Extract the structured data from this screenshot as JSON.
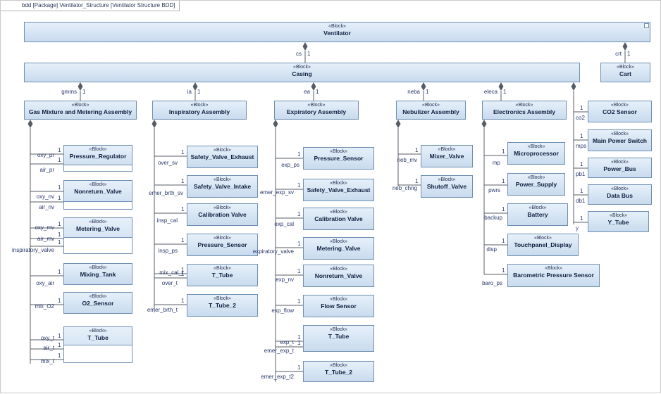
{
  "frame_title": "bdd [Package] Ventilator_Structure [Ventilator Structure BDD]",
  "stereotype": "«Block»",
  "blocks": {
    "ventilator": "Ventilator",
    "casing": "Casing",
    "cart": "Cart",
    "gas_mixture": "Gas Mixture and Metering Assembly",
    "inspiratory": "Inspiratory Assembly",
    "expiratory": "Expiratory Assembly",
    "nebulizer": "Nebulizer Assembly",
    "electronics": "Electronics Assembly",
    "co2_sensor": "CO2 Sensor",
    "main_power_switch": "Main Power Switch",
    "power_bus": "Power_Bus",
    "data_bus": "Data Bus",
    "y_tube": "Y_Tube",
    "gm_pressure_regulator": "Pressure_Regulator",
    "gm_nonreturn_valve": "Nonreturn_Valve",
    "gm_metering_valve": "Metering_Valve",
    "gm_mixing_tank": "Mixing_Tank",
    "gm_o2_sensor": "O2_Sensor",
    "gm_t_tube": "T_Tube",
    "in_safety_valve_exhaust": "Safety_Valve_Exhaust",
    "in_safety_valve_intake": "Safety_Valve_Intake",
    "in_calibration_valve": "Calibration Valve",
    "in_pressure_sensor": "Pressure_Sensor",
    "in_t_tube": "T_Tube",
    "in_t_tube_2": "T_Tube_2",
    "ex_pressure_sensor": "Pressure_Sensor",
    "ex_safety_valve_exhaust": "Safety_Valve_Exhaust",
    "ex_calibration_valve": "Calibration Valve",
    "ex_metering_valve": "Metering_Valve",
    "ex_nonreturn_valve": "Nonreturn_Valve",
    "ex_flow_sensor": "Flow Sensor",
    "ex_t_tube": "T_Tube",
    "ex_t_tube_2": "T_Tube_2",
    "nb_mixer_valve": "Mixer_Valve",
    "nb_shutoff_valve": "Shutoff_Valve",
    "el_microprocessor": "Microprocessor",
    "el_power_supply": "Power_Supply",
    "el_battery": "Battery",
    "el_touchpanel": "Touchpanel_Display",
    "el_barometric": "Barometric Pressure Sensor"
  },
  "labels": {
    "cs": "cs",
    "crt": "crt",
    "gmms": "gmms",
    "ia": "ia",
    "ea": "ea",
    "neba": "neba",
    "eleca": "eleca",
    "oxy_pr": "oxy_pr",
    "air_pr": "air_pr",
    "oxy_nv": "oxy_nv",
    "air_nv": "air_nv",
    "oxy_mv": "oxy_mv",
    "air_mv": "air_mv",
    "inspiratory_valve": "inspiratory_valve",
    "oxy_air": "oxy_air",
    "mix_O2": "mix_O2",
    "oxy_t": "oxy_t",
    "air_t": "air_t",
    "mix_t": "mix_t",
    "over_sv": "over_sv",
    "emer_brth_sv": "emer_brth_sv",
    "insp_cal": "insp_cal",
    "insp_ps": "insp_ps",
    "mix_cal_t": "mix_cal_t",
    "over_t": "over_t",
    "emer_brth_t": "emer_brth_t",
    "exp_ps": "exp_ps",
    "emer_exp_sv": "emer_exp_sv",
    "exp_cal": "exp_cal",
    "expiratory_valve": "expiratory_valve",
    "exp_nv": "exp_nv",
    "exp_flow": "exp_flow",
    "exp_t": "exp_t",
    "emer_exp_t": "emer_exp_t",
    "emer_exp_t2": "emer_exp_t2",
    "neb_mv": "neb_mv",
    "neb_chng": "neb_chng",
    "mp": "mp",
    "pwrs": "pwrs",
    "backup": "backup",
    "disp": "disp",
    "baro_ps": "baro_ps",
    "co2": "co2",
    "mps": "mps",
    "pb1": "pb1",
    "db1": "db1",
    "y": "y"
  },
  "multiplicity": "1"
}
